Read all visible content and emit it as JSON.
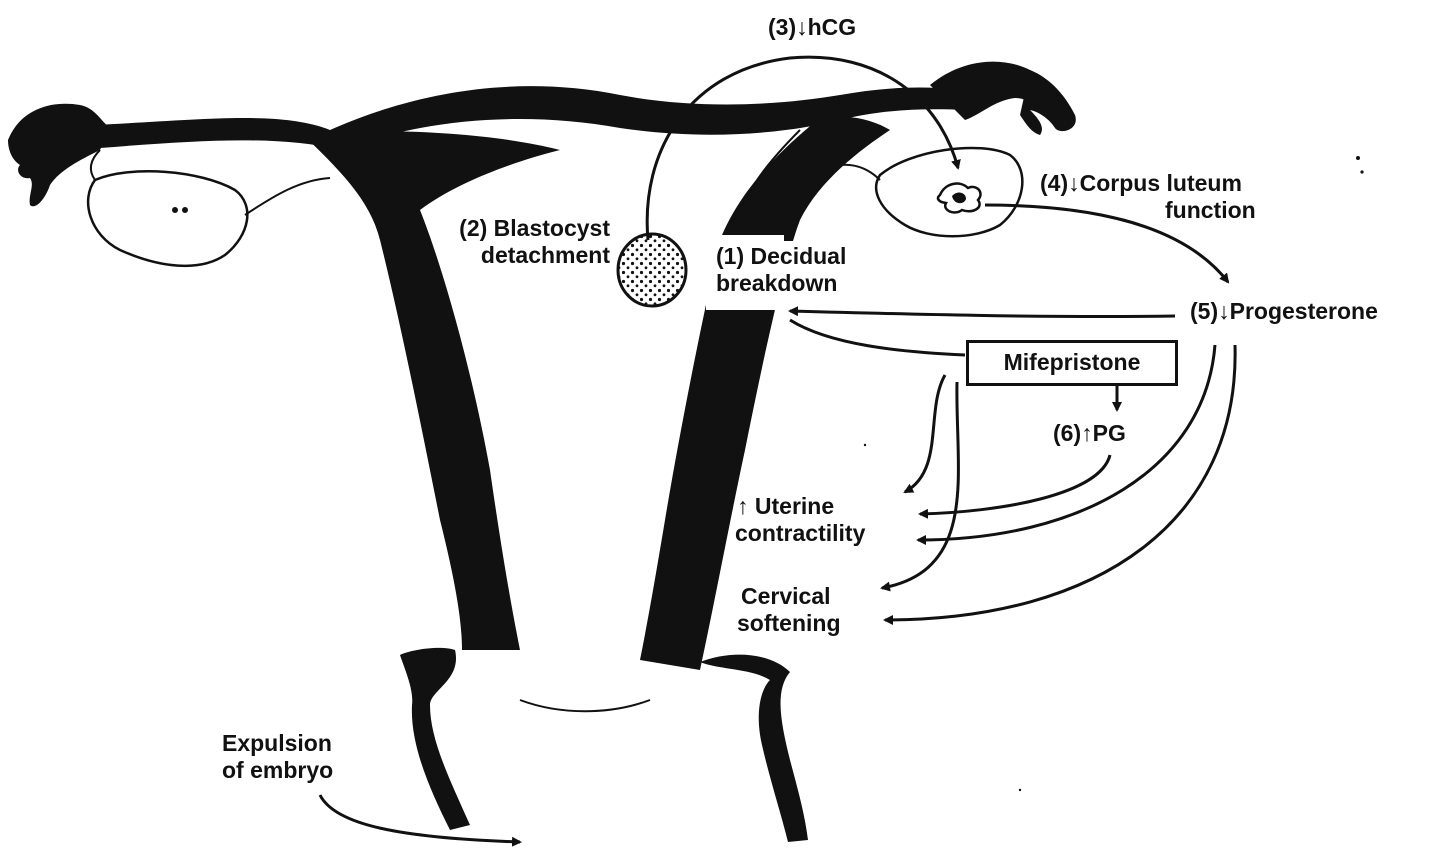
{
  "labels": {
    "hcg": "(3)↓hCG",
    "blastocyst_line1": "(2) Blastocyst",
    "blastocyst_line2": "detachment",
    "decidual_line1": "(1) Decidual",
    "decidual_line2": "breakdown",
    "corpus_line1": "(4)↓Corpus luteum",
    "corpus_line2": "function",
    "progesterone": "(5)↓Progesterone",
    "mifepristone": "Mifepristone",
    "pg": "(6)↑PG",
    "uterine_line1": "↑ Uterine",
    "uterine_line2": "contractility",
    "cervical_line1": "Cervical",
    "cervical_line2": "softening",
    "expulsion_line1": "Expulsion",
    "expulsion_line2": "of embryo"
  },
  "colors": {
    "ink": "#111111",
    "paper": "#ffffff"
  }
}
